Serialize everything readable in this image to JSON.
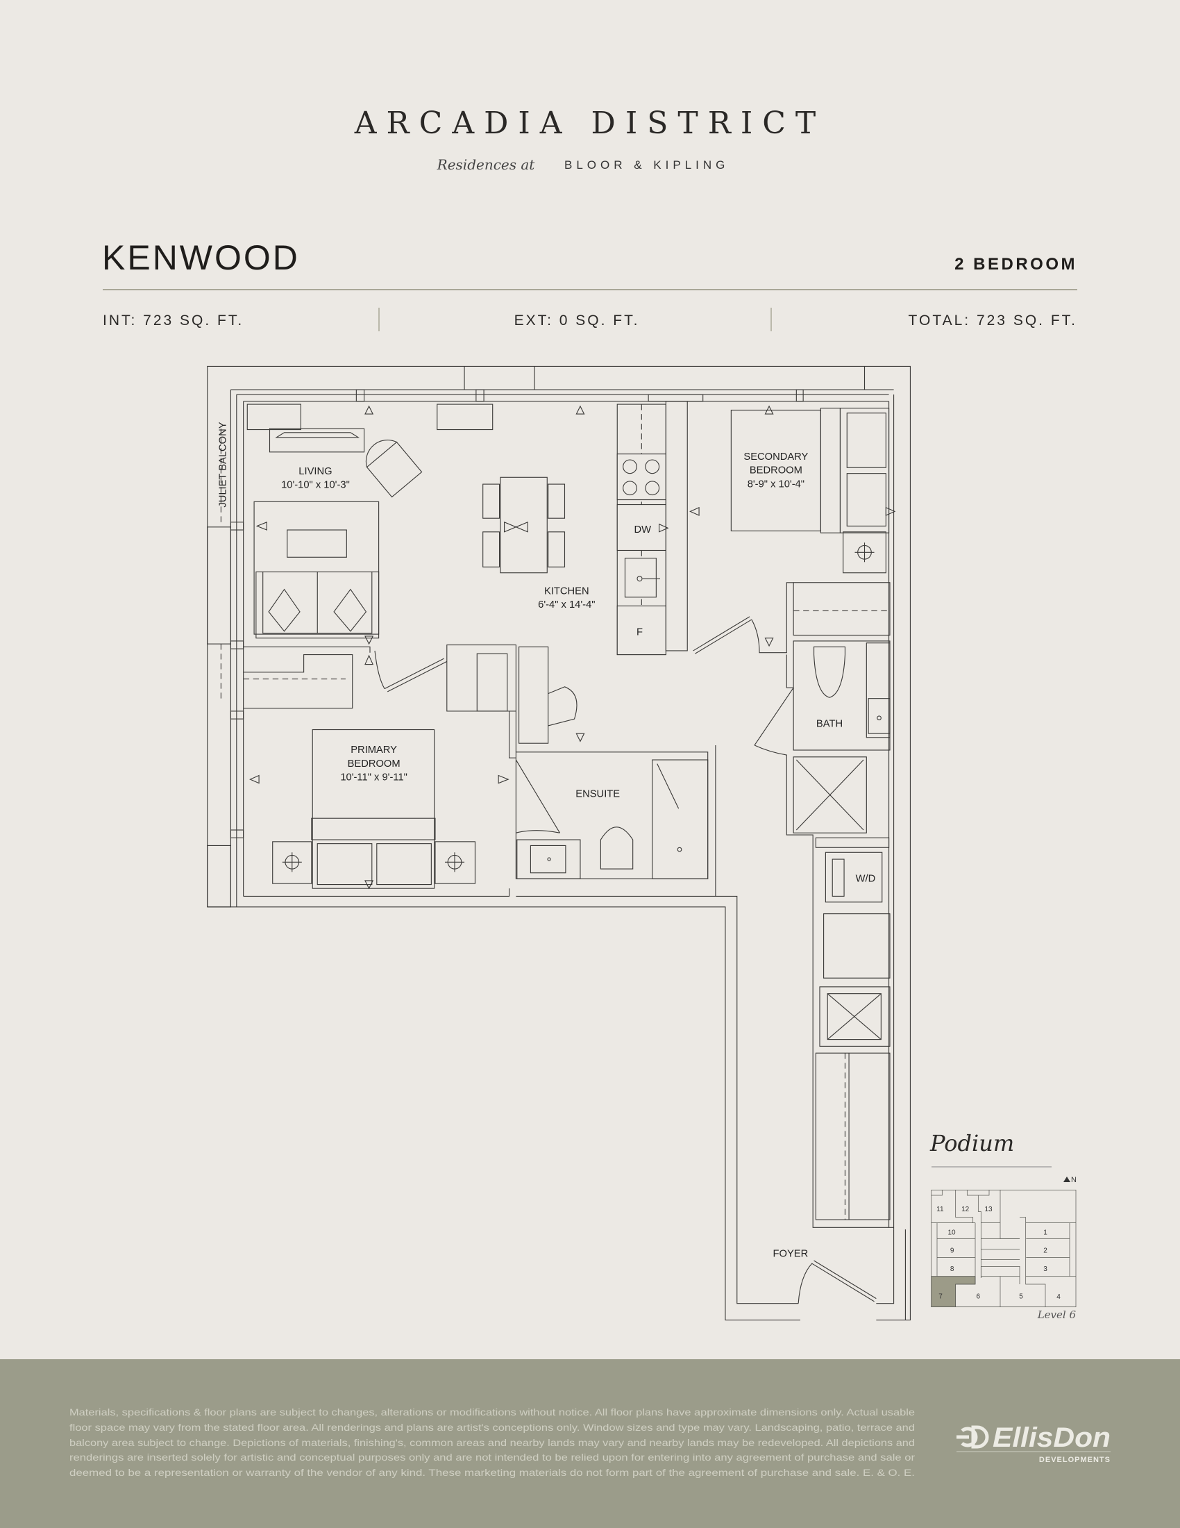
{
  "brand": {
    "title": "ARCADIA DISTRICT",
    "script": "Residences at",
    "location": "BLOOR & KIPLING"
  },
  "unit": {
    "name": "KENWOOD",
    "type": "2 BEDROOM",
    "interior": "INT: 723 SQ. FT.",
    "exterior": "EXT: 0 SQ. FT.",
    "total": "TOTAL: 723 SQ. FT."
  },
  "plan": {
    "juliet_balcony": "JULIET BALCONY",
    "living": {
      "name": "LIVING",
      "dims": "10'-10\" x 10'-3\""
    },
    "kitchen": {
      "name": "KITCHEN",
      "dims": "6'-4\" x 14'-4\""
    },
    "secondary_bedroom": {
      "name_1": "SECONDARY",
      "name_2": "BEDROOM",
      "dims": "8'-9\" x 10'-4\""
    },
    "primary_bedroom": {
      "name_1": "PRIMARY",
      "name_2": "BEDROOM",
      "dims": "10'-11\" x 9'-11\""
    },
    "ensuite": "ENSUITE",
    "bath": "BATH",
    "dishwasher": "DW",
    "fridge": "F",
    "washer_dryer": "W/D",
    "foyer": "FOYER"
  },
  "podium": {
    "title": "Podium",
    "north": "N",
    "level": "Level 6",
    "highlighted_unit": "7",
    "highlight_color": "#9c9b88",
    "units": [
      "1",
      "2",
      "3",
      "4",
      "5",
      "6",
      "7",
      "8",
      "9",
      "10",
      "11",
      "12",
      "13"
    ]
  },
  "footer": {
    "disclaimer": [
      "Materials, specifications & floor plans are subject to changes, alterations or modifications without notice. All floor plans have approximate dimensions only. Actual usable",
      "floor space may vary from the stated floor area. All renderings and plans are artist's conceptions only. Window sizes and type may vary. Landscaping, patio, terrace and",
      "balcony area subject to change. Depictions of materials, finishing's, common areas and nearby lands may vary and nearby lands may be redeveloped. All depictions and",
      "renderings are inserted solely for artistic and conceptual purposes only and are not intended to be relied upon for entering into any agreement of purchase and sale or",
      "deemed to be a representation or warranty of the vendor of any kind. These marketing materials do not form part of the agreement of purchase and sale. E. & O. E."
    ],
    "developer": "EllisDon",
    "developer_sub": "DEVELOPMENTS",
    "background": "#9b9c8a"
  }
}
